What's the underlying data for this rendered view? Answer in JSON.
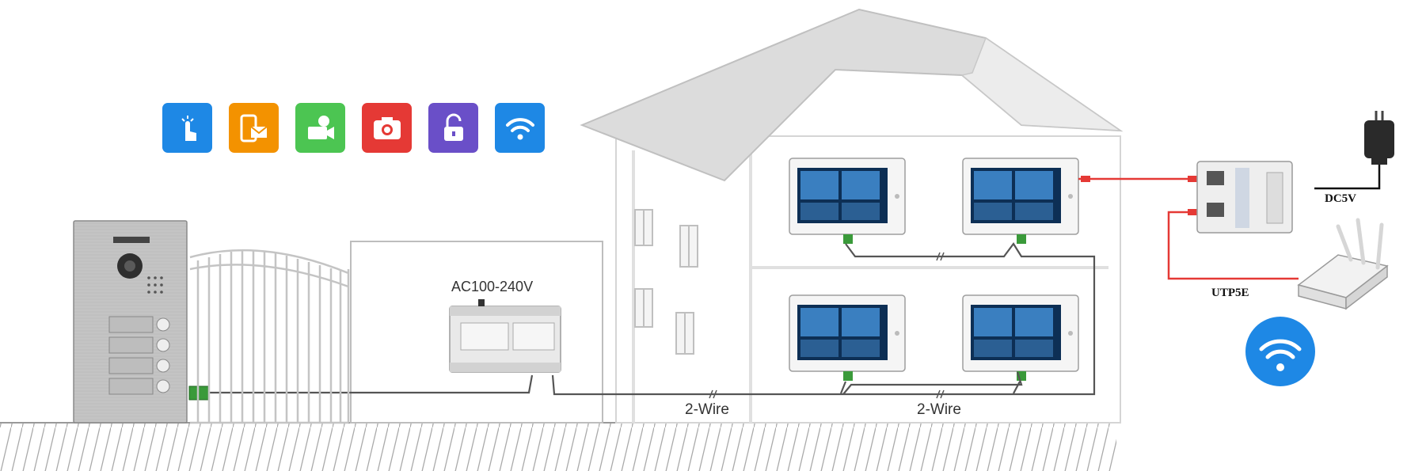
{
  "app_icons": [
    {
      "icon": "touch-icon",
      "color": "#1E88E5"
    },
    {
      "icon": "phone-message-icon",
      "color": "#F39200"
    },
    {
      "icon": "video-camera-icon",
      "color": "#4CC552"
    },
    {
      "icon": "photo-camera-icon",
      "color": "#E53935"
    },
    {
      "icon": "unlock-icon",
      "color": "#6A4FC8"
    },
    {
      "icon": "wifi-icon",
      "color": "#1E88E5"
    }
  ],
  "labels": {
    "power_supply_voltage": "AC100-240V",
    "wire_left": "2-Wire",
    "wire_right": "2-Wire",
    "adapter_voltage": "DC5V",
    "cable_type": "UTP5E"
  },
  "colors": {
    "network_cable": "#E53935",
    "bus_wire": "#555555",
    "wifi_badge": "#1E88E5"
  }
}
